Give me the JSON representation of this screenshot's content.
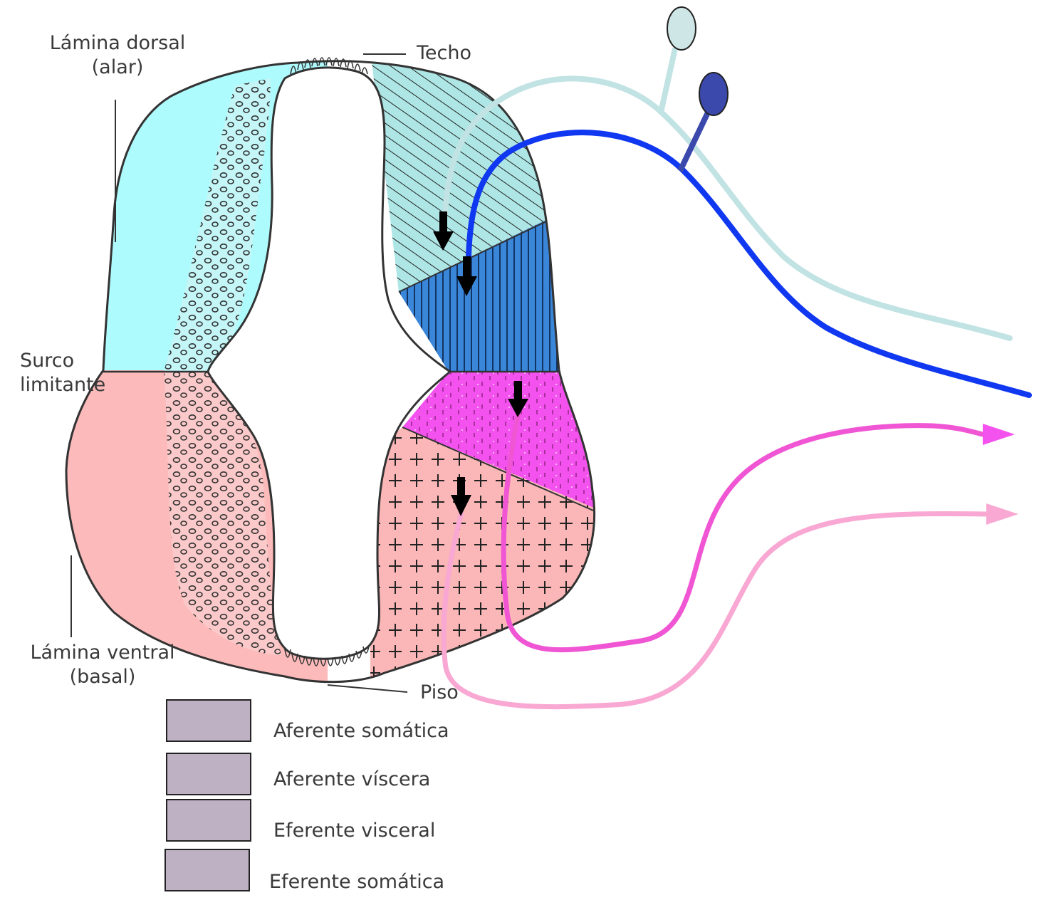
{
  "labels": {
    "dorsal_line1": "Lámina dorsal",
    "dorsal_line2": "(alar)",
    "techo": "Techo",
    "surco_line1": "Surco",
    "surco_line2": "limitante",
    "ventral_line1": "Lámina ventral",
    "ventral_line2": "(basal)",
    "piso": "Piso"
  },
  "legend": [
    {
      "label": "Aferente somática"
    },
    {
      "label": "Aferente víscera"
    },
    {
      "label": "Eferente visceral"
    },
    {
      "label": "Eferente somática"
    }
  ],
  "colors": {
    "alar_plate": "#aefbfd",
    "basal_plate": "#fcbaba",
    "somatic_afferent_zone": "#aee6e6",
    "visceral_afferent_zone": "#3a86d9",
    "visceral_efferent_zone": "#f452ee",
    "somatic_efferent_zone": "#fbb7b7",
    "somatic_afferent_fiber": "#c2e3e3",
    "visceral_afferent_fiber": "#1038f0",
    "visceral_efferent_fiber": "#f055d4",
    "somatic_efferent_fiber": "#f8a8d2",
    "legend_swatch": "#beb1c4"
  }
}
